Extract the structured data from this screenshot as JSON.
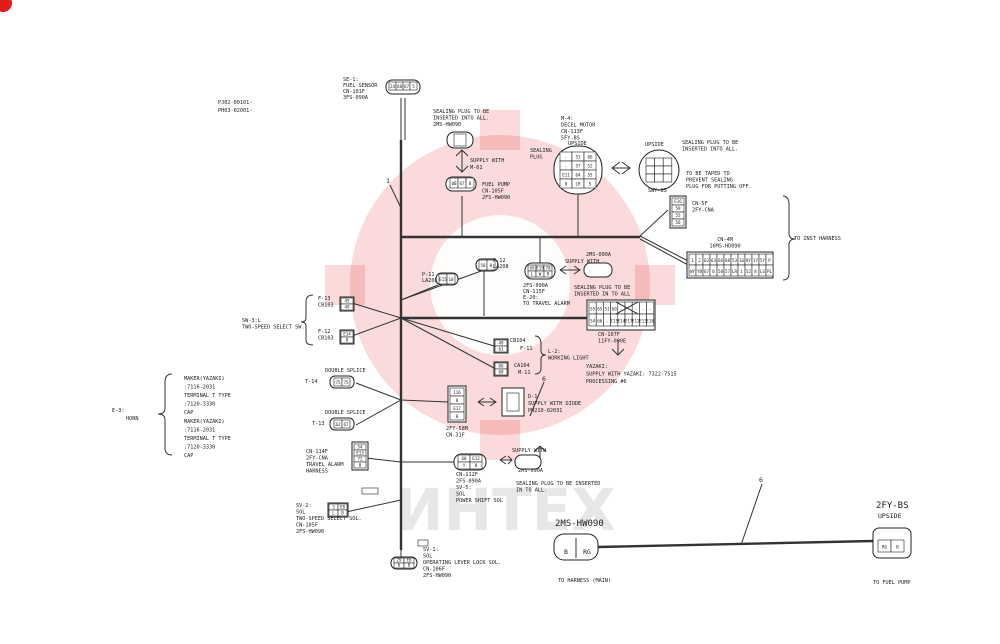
{
  "doc_codes": [
    "PJ02-00101-",
    "PH03-02001-"
  ],
  "watermark_text": "ИНТЕХ",
  "branch_numbers": {
    "main": "1",
    "diode": "6",
    "extension": "6"
  },
  "se1": {
    "lines": [
      "SE-1:",
      "FUEL SENSOR",
      "CN-101F",
      "3FS-090A"
    ],
    "pins": [
      "24",
      "68",
      "67",
      "5"
    ]
  },
  "sealing_top": {
    "lines": [
      "SEALING PLUG TO BE",
      "INSERTED INTO ALL.",
      "2MS-HW090"
    ]
  },
  "supply_m61": {
    "lines": [
      "SUPPLY WITH",
      "M-61"
    ]
  },
  "fuel_pump": {
    "lines": [
      "FUEL PUMP",
      "CN-105F",
      "2FS-HW090"
    ],
    "pins": [
      "0B",
      "67",
      "8"
    ]
  },
  "m4": {
    "lines": [
      "M-4:",
      "DECEL MOTOR",
      "CN-113F",
      "5FY-BS"
    ],
    "upside": "UPSIDE",
    "plug_label": [
      "SEALING",
      "PLUG"
    ],
    "pins": [
      "-",
      "53",
      "66",
      "-",
      "57",
      "52",
      "E11",
      "64",
      "55",
      "0",
      "LR",
      "S"
    ]
  },
  "upside_right": {
    "label": "UPSIDE",
    "lines": [
      "SEALING PLUG TO BE",
      "INSERTED INTO ALL."
    ]
  },
  "tape_note": {
    "lines": [
      "TO BE TAPED TO",
      "PREVENT SEALING",
      "PLUG FOR PUTTING OFF."
    ]
  },
  "swy": {
    "label": "SWY-8S",
    "lines": [
      "CN-5F",
      "2FY-CNA"
    ],
    "pins": [
      "E16",
      "59",
      "55",
      "56"
    ]
  },
  "cn4m": {
    "lines": [
      "CN-4M",
      "16MS-HD090"
    ],
    "pins": [
      "1",
      "2",
      "62",
      "63",
      "66",
      "68",
      "53",
      "16",
      "8Y",
      "1Y",
      "5Y",
      "P",
      "WY",
      "YB",
      "67",
      "0",
      "58",
      "57",
      "LR",
      "1",
      "52",
      "8",
      "LG",
      "PL"
    ]
  },
  "inst": {
    "label": "TO INST HARNESS"
  },
  "p12": {
    "lines": [
      "P-12",
      "LA208"
    ],
    "pins": [
      "58",
      "8"
    ]
  },
  "p11": {
    "lines": [
      "P-11",
      "LA208"
    ],
    "pins": [
      "E15",
      "10"
    ]
  },
  "supply_with": "SUPPLY WITH",
  "plug_2ms": {
    "label": "2MS-090A"
  },
  "e20": {
    "pins": [
      "69",
      "E19",
      "70",
      "L",
      "W",
      "R"
    ],
    "lines": [
      "2FS-090A",
      "CN-115F",
      "E-20:",
      "TO TRAVEL ALARM"
    ]
  },
  "sealing_mid": {
    "lines": [
      "SEALING PLUG TO BE",
      "INSERTED IN TO ALL"
    ]
  },
  "cn107": {
    "lines": [
      "CN-107F",
      "11FY-090E"
    ],
    "pins": [
      "55",
      "65",
      "51",
      "60",
      "-",
      "-",
      "-",
      "-",
      "-",
      "54",
      "66",
      "-",
      "E15",
      "E14",
      "E17",
      "E12",
      "E13",
      "E16"
    ]
  },
  "yazaki_note": {
    "lines": [
      "YAZAKI:",
      "SUPPLY WITH YAZAKI: 7322-7515",
      "PROCESSING #6"
    ]
  },
  "sw3": {
    "lines": [
      "SW-3:L",
      "TWO-SPEED SELECT SW."
    ]
  },
  "f13": {
    "lines": [
      "F-13",
      "CB103"
    ],
    "pins": [
      "45",
      "49"
    ]
  },
  "f12": {
    "lines": [
      "F-12",
      "CB103"
    ],
    "pins": [
      "E14",
      "8"
    ]
  },
  "l2": {
    "cb104": "CB104",
    "f11": "F-11",
    "lines": [
      "L-2:",
      "WORKING LIGHT"
    ],
    "ca104": "CA104",
    "m11": "M-11",
    "pins_a": [
      "49",
      "61"
    ],
    "pins_b": [
      "66",
      "68"
    ]
  },
  "diode": {
    "lines": [
      "D-1",
      "SUPPLY WITH DIODE",
      "PH210-02031"
    ]
  },
  "horn": {
    "label": "E-3:",
    "sub": "HORN",
    "t14": "T-14",
    "t13": "T-13",
    "splice": "DOUBLE SPLICE",
    "pins_a": [
      "75",
      "75"
    ],
    "pins_b": [
      "62",
      "67"
    ],
    "upper": [
      "MAKER(YAZAKI)",
      ":7116-2031",
      "TERMINAL T TYPE",
      ":7120-3330",
      "CAP"
    ],
    "lower": [
      "MAKER(YAZAKI)",
      ":7116-2031",
      "TERMINAL T TYPE",
      ":7120-3330",
      "CAP"
    ]
  },
  "cn31": {
    "lines": [
      "2FY-58M",
      "CN-31F"
    ],
    "pins": [
      "116",
      "8",
      "E17",
      "8"
    ]
  },
  "travel_alarm": {
    "lines": [
      "CN-114F",
      "2FY-CNA",
      "TRAVEL ALARM",
      "HARNESS"
    ],
    "pins": [
      "54",
      "E13",
      "72",
      "0"
    ]
  },
  "sv5": {
    "lines": [
      "CN-112F",
      "2FS-090A",
      "SV-5:",
      "SOL",
      "POWER SHIFT SOL"
    ],
    "pins": [
      "60",
      "E12",
      "Y",
      "8"
    ]
  },
  "plug_2ms_b": {
    "label": "2MS-090A"
  },
  "sealing_low": {
    "lines": [
      "SEALING PLUG TO BE INSERTED",
      "IN TO ALL."
    ]
  },
  "sv2": {
    "lines": [
      "SV-2:",
      "SOL",
      "TWO-SPEED SELECT SOL.",
      "CN-105F",
      "2FS-HW090"
    ],
    "pins": [
      "3",
      "E8",
      "L",
      "8"
    ]
  },
  "sv1": {
    "lines": [
      "SV-1:",
      "SOL",
      "OPERATING LEVER LOCK SOL.",
      "CN-106F",
      "2FS-HW090"
    ],
    "pins": [
      "29",
      "E6",
      "6",
      "8"
    ]
  },
  "main_conn": {
    "label": "2MS-HW090",
    "pins": [
      "B",
      "RG"
    ],
    "bottom": "TO HARNESS (MAIN)"
  },
  "pump_conn": {
    "label": "2FY-BS",
    "upside": "UPSIDE",
    "pins": [
      "RG",
      "B"
    ],
    "bottom": "TO FUEL PUMP"
  }
}
